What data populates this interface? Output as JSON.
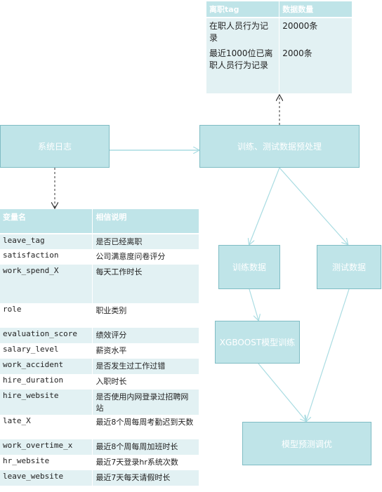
{
  "nodes": {
    "syslog": "系统日志",
    "preprocess": "训练、测试数据预处理",
    "train_data": "训练数据",
    "test_data": "测试数据",
    "xgboost": "XGBOOST模型训练",
    "predict": "模型预测调优"
  },
  "tag_table": {
    "headers": [
      "离职tag",
      "数据数量"
    ],
    "rows": [
      {
        "tag": "在职人员行为记录",
        "count": "20000条"
      },
      {
        "tag": "最近1000位已离职人员行为记录",
        "count": "2000条"
      }
    ]
  },
  "var_table": {
    "headers": [
      "变量名",
      "相信说明"
    ],
    "rows": [
      {
        "name": "leave_tag",
        "desc": "是否已经离职"
      },
      {
        "name": "satisfaction",
        "desc": "公司满意度问卷评分"
      },
      {
        "name": "work_spend_X",
        "desc": "每天工作时长"
      },
      {
        "name": "role",
        "desc": "职业类别"
      },
      {
        "name": "evaluation_score",
        "desc": "绩效评分"
      },
      {
        "name": "salary_level",
        "desc": "薪资水平"
      },
      {
        "name": "work_accident",
        "desc": "是否发生过工作过错"
      },
      {
        "name": "hire_duration",
        "desc": "入职时长"
      },
      {
        "name": "hire_website",
        "desc": "是否使用内网登录过招聘网站"
      },
      {
        "name": "late_X",
        "desc": "最近8个周每周考勤迟到天数"
      },
      {
        "name": "work_overtime_x",
        "desc": "最近8个周每周加班时长"
      },
      {
        "name": "hr_website",
        "desc": "最近7天登录hr系统次数"
      },
      {
        "name": "leave_website",
        "desc": "最近7天每天请假时长"
      }
    ]
  },
  "colors": {
    "box_fill": "#bfe4e8",
    "box_border": "#7fbcc4",
    "arrow": "#a9dce2",
    "dashed": "#333333"
  }
}
